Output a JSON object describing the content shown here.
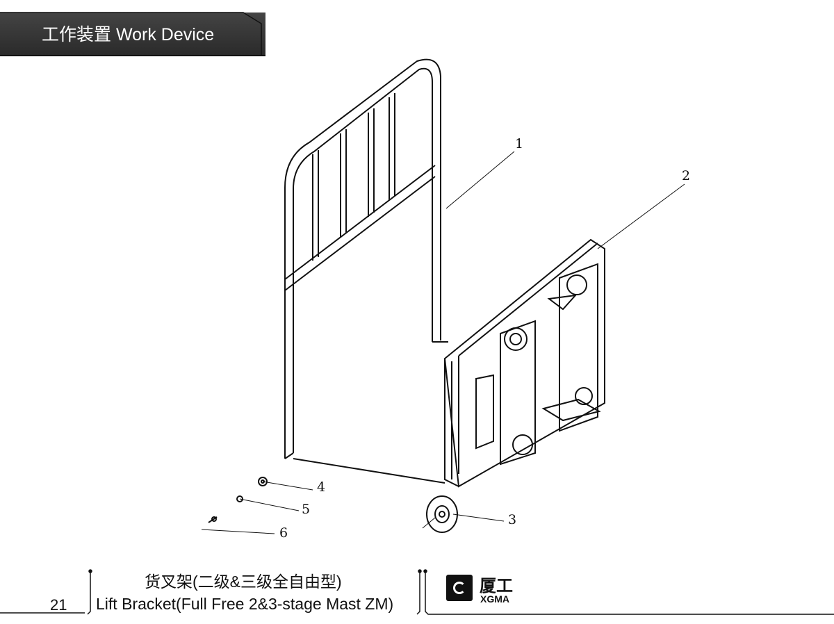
{
  "header": {
    "title": "工作装置 Work Device"
  },
  "callouts": [
    "1",
    "2",
    "3",
    "4",
    "5",
    "6"
  ],
  "footer": {
    "page_number": "21",
    "title_cn": "货叉架(二级&三级全自由型)",
    "title_en": "Lift Bracket(Full Free 2&3-stage Mast ZM)",
    "brand_cn": "厦工",
    "brand_en": "XGMA"
  }
}
